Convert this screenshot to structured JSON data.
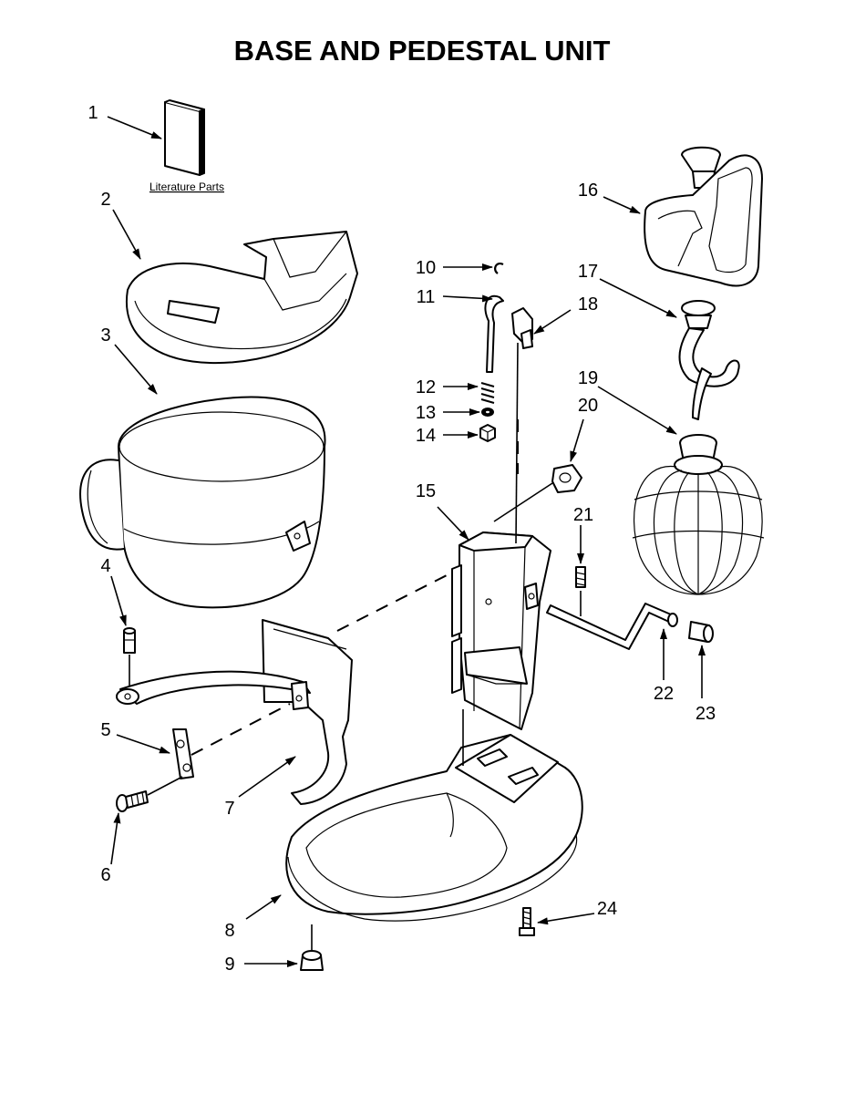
{
  "title": "BASE AND PEDESTAL UNIT",
  "literature_caption": "Literature Parts",
  "colors": {
    "ink": "#000000",
    "paper": "#ffffff",
    "shade": "#d8d8d8"
  },
  "parts": [
    {
      "number": "1",
      "icon": "literature-booklet-icon"
    },
    {
      "number": "2",
      "icon": "pouring-shield-icon"
    },
    {
      "number": "3",
      "icon": "mixing-bowl-icon"
    },
    {
      "number": "4",
      "icon": "bowl-pin-icon"
    },
    {
      "number": "5",
      "icon": "bracket-clamp-icon"
    },
    {
      "number": "6",
      "icon": "screw-icon"
    },
    {
      "number": "7",
      "icon": "bowl-support-icon"
    },
    {
      "number": "8",
      "icon": "pedestal-base-icon"
    },
    {
      "number": "9",
      "icon": "foot-icon"
    },
    {
      "number": "10",
      "icon": "retaining-ring-icon"
    },
    {
      "number": "11",
      "icon": "lift-rod-icon"
    },
    {
      "number": "12",
      "icon": "spring-icon"
    },
    {
      "number": "13",
      "icon": "washer-icon"
    },
    {
      "number": "14",
      "icon": "nut-icon"
    },
    {
      "number": "15",
      "icon": "pedestal-column-icon"
    },
    {
      "number": "16",
      "icon": "flat-beater-icon"
    },
    {
      "number": "17",
      "icon": "dough-hook-icon"
    },
    {
      "number": "18",
      "icon": "lift-bracket-icon"
    },
    {
      "number": "19",
      "icon": "wire-whip-icon"
    },
    {
      "number": "20",
      "icon": "cam-icon"
    },
    {
      "number": "21",
      "icon": "set-screw-icon"
    },
    {
      "number": "22",
      "icon": "crank-handle-icon"
    },
    {
      "number": "23",
      "icon": "handle-knob-icon"
    },
    {
      "number": "24",
      "icon": "base-screw-icon"
    }
  ]
}
